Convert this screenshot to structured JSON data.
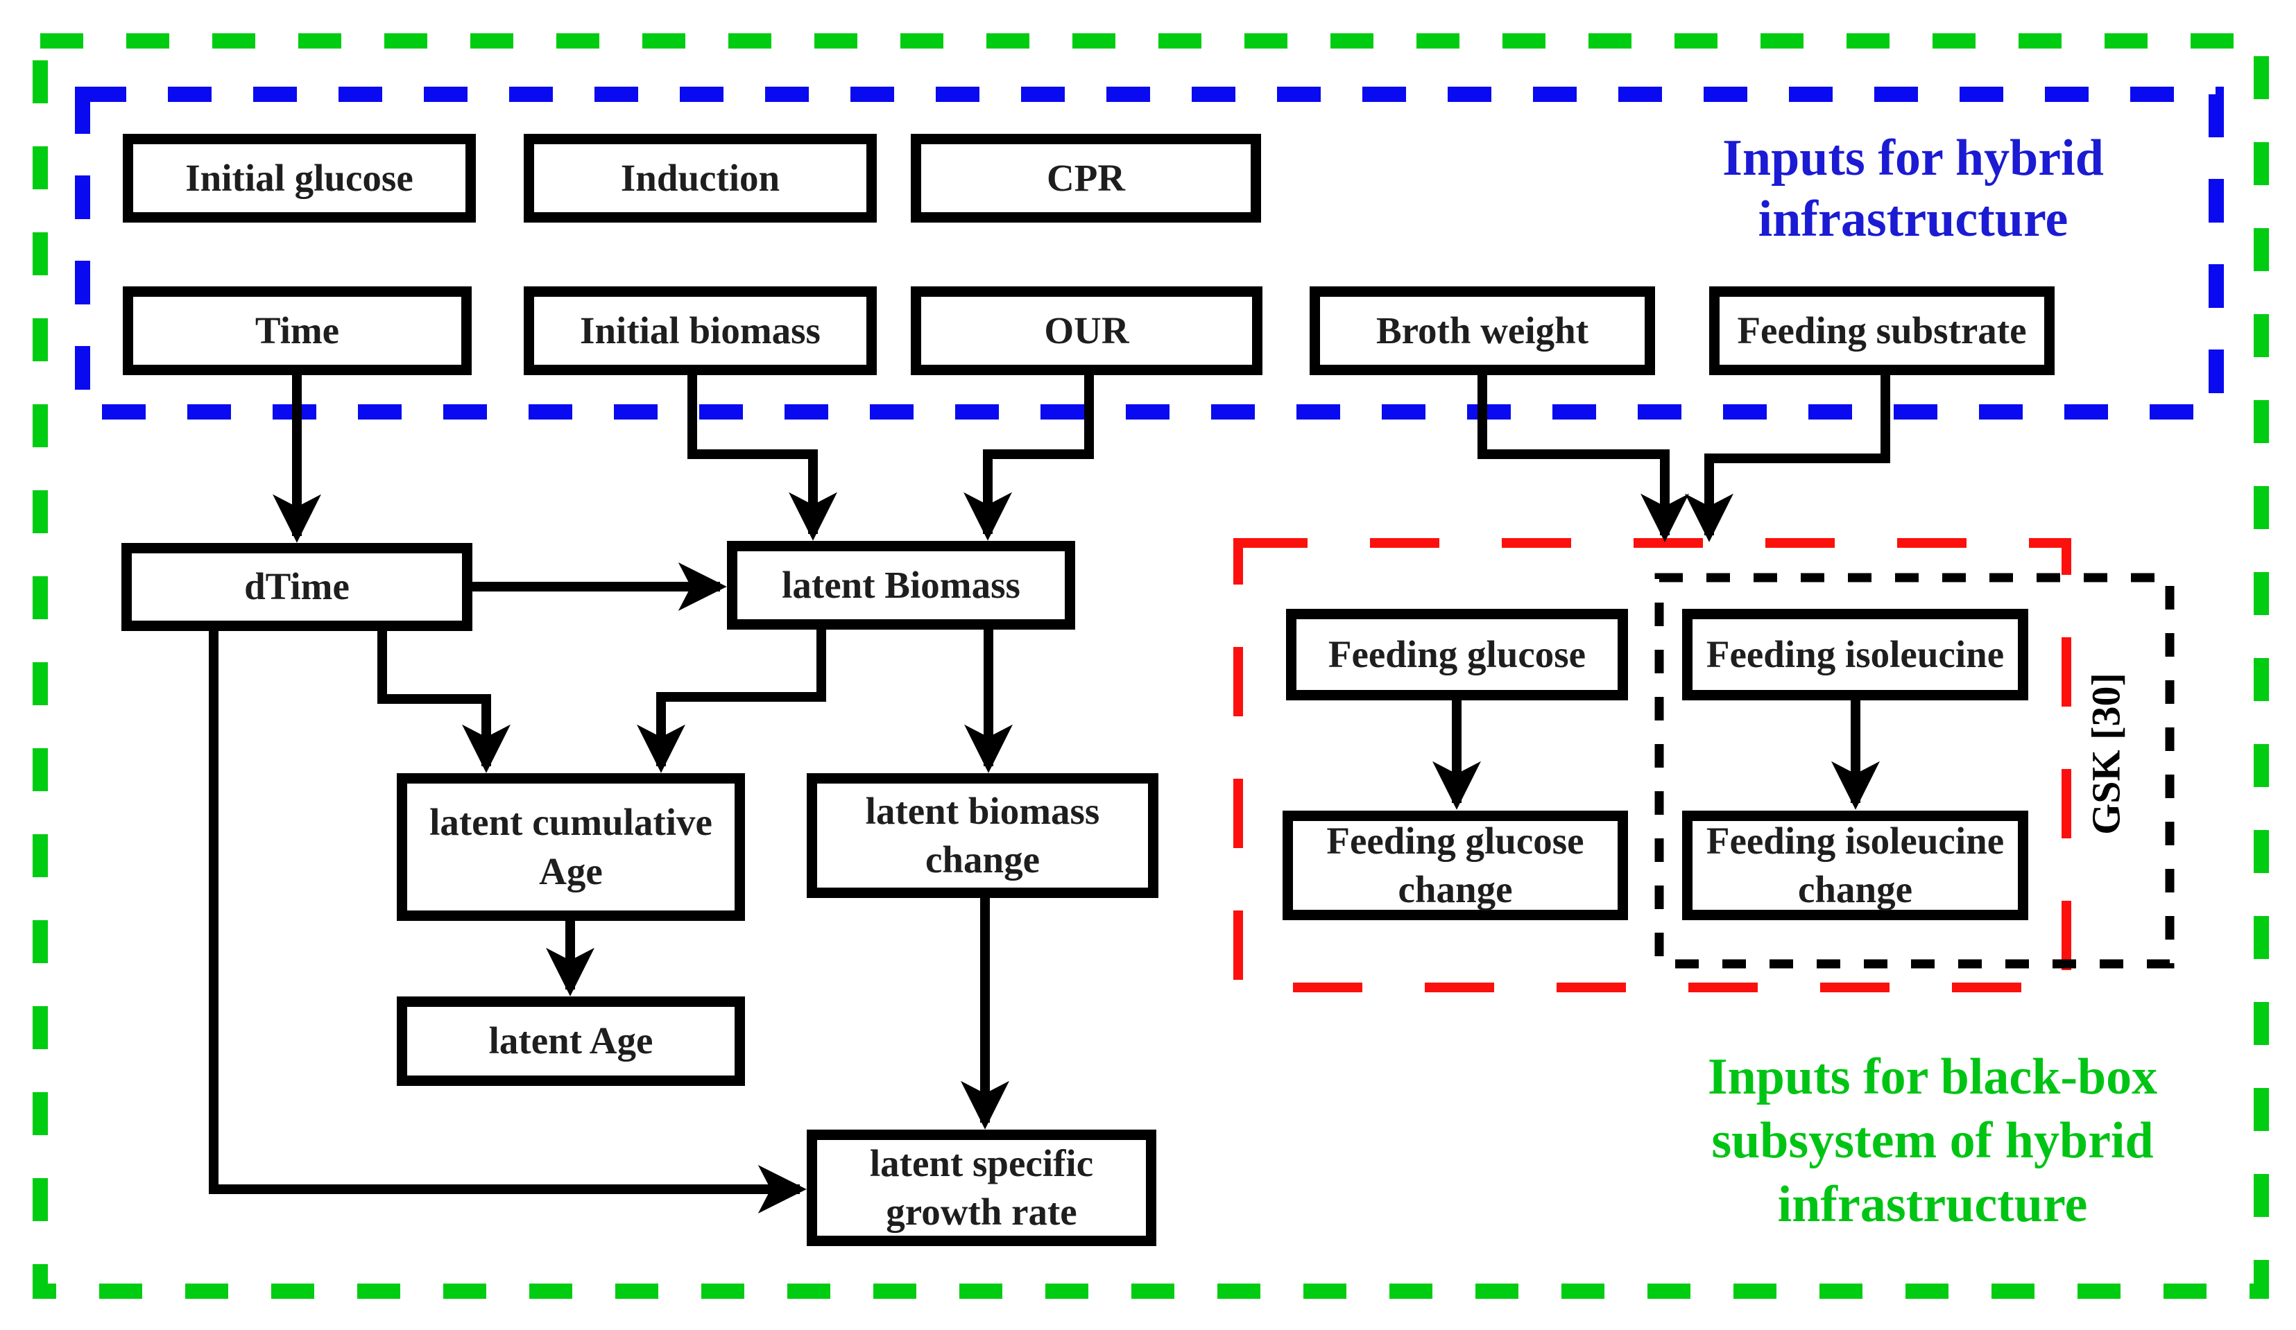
{
  "colors": {
    "background": "#ffffff",
    "green_border": "#00cc11",
    "blue_border": "#0a0af0",
    "red_border": "#fb100d",
    "black": "#000000",
    "node_text": "#1e1e1e",
    "title_blue": "#1b1bd3",
    "title_green": "#00c414"
  },
  "regions": {
    "hybrid_inputs": {
      "title_lines": [
        "Inputs for hybrid",
        "infrastructure"
      ]
    },
    "blackbox_inputs": {
      "title_lines": [
        "Inputs for black-box",
        "subsystem of hybrid",
        "infrastructure"
      ]
    },
    "gsk": {
      "label": "GSK [30]"
    }
  },
  "nodes": {
    "initial_glucose": "Initial glucose",
    "induction": "Induction",
    "cpr": "CPR",
    "time": "Time",
    "initial_biomass": "Initial biomass",
    "our": "OUR",
    "broth_weight": "Broth weight",
    "feeding_substrate": "Feeding substrate",
    "dtime": "dTime",
    "latent_biomass": "latent Biomass",
    "latent_cumulative_age": "latent cumulative Age",
    "latent_biomass_change": "latent biomass change",
    "latent_age": "latent Age",
    "latent_specific_growth_rate": "latent specific growth rate",
    "feeding_glucose": "Feeding glucose",
    "feeding_glucose_change": "Feeding glucose change",
    "feeding_isoleucine": "Feeding isoleucine",
    "feeding_isoleucine_change": "Feeding isoleucine change"
  },
  "edges": [
    {
      "from": "Time",
      "to": "dTime"
    },
    {
      "from": "dTime",
      "to": "latent Biomass"
    },
    {
      "from": "Initial biomass",
      "to": "latent Biomass"
    },
    {
      "from": "OUR",
      "to": "latent Biomass"
    },
    {
      "from": "dTime",
      "to": "latent cumulative Age"
    },
    {
      "from": "latent Biomass",
      "to": "latent cumulative Age"
    },
    {
      "from": "latent Biomass",
      "to": "latent biomass change"
    },
    {
      "from": "latent cumulative Age",
      "to": "latent Age"
    },
    {
      "from": "latent biomass change",
      "to": "latent specific growth rate"
    },
    {
      "from": "dTime",
      "to": "latent specific growth rate"
    },
    {
      "from": "Broth weight",
      "to": "black-box subsystem inputs"
    },
    {
      "from": "Feeding substrate",
      "to": "black-box subsystem inputs"
    },
    {
      "from": "Feeding glucose",
      "to": "Feeding glucose change"
    },
    {
      "from": "Feeding isoleucine",
      "to": "Feeding isoleucine change"
    }
  ]
}
